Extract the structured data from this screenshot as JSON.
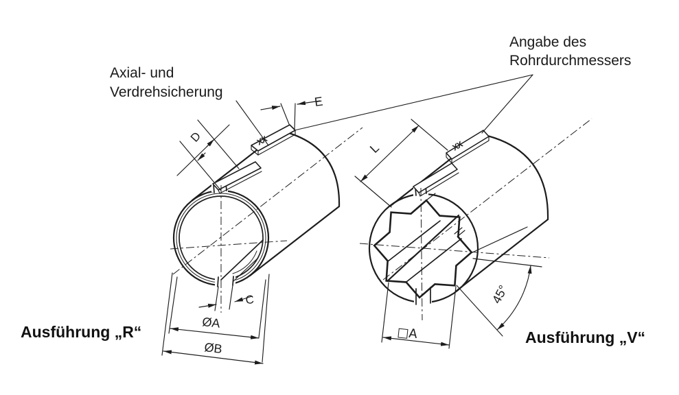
{
  "labels": {
    "axial_note_line1": "Axial- und",
    "axial_note_line2": "Verdrehsicherung",
    "angabe_note_line1": "Angabe des",
    "angabe_note_line2": "Rohrdurchmessers",
    "caption_left": "Ausführung „R“",
    "caption_right": "Ausführung „V“",
    "plate_marking": "XX"
  },
  "dimensions": {
    "tab_dim": "D",
    "plate_width": "E",
    "slot_width": "C",
    "inner_diameter": "ØA",
    "outer_diameter": "ØB",
    "length": "L",
    "square_size": "□A",
    "angle": "45°"
  }
}
